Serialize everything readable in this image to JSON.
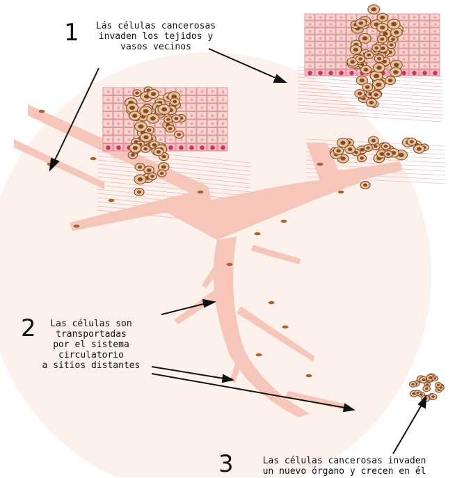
{
  "steps": [
    {
      "number": "1",
      "lines": [
        "Lás células cancerosas",
        "invaden los tejidos y",
        "vasos vecinos"
      ]
    },
    {
      "number": "2",
      "lines": [
        "Las células son",
        "transportadas",
        "por el sistema",
        "circulatorio",
        "a sitios distantes"
      ]
    },
    {
      "number": "3",
      "lines": [
        "Las células cancerosas invaden",
        "un nuevo órgano y crecen en él"
      ]
    }
  ],
  "colors": {
    "background": "#ffffff",
    "zone": "#fdf1ec",
    "vessel": "#f6c6bb",
    "vessel_dark": "#eeaea1",
    "tissue_cell": "#f7d5cf",
    "tissue_line": "#d9848c",
    "basal_cell": "#c0395e",
    "cancer_cell": "#e6c59c",
    "cancer_nucleus": "#8a4a2a",
    "blood_cell": "#a9602f",
    "text": "#111111"
  }
}
